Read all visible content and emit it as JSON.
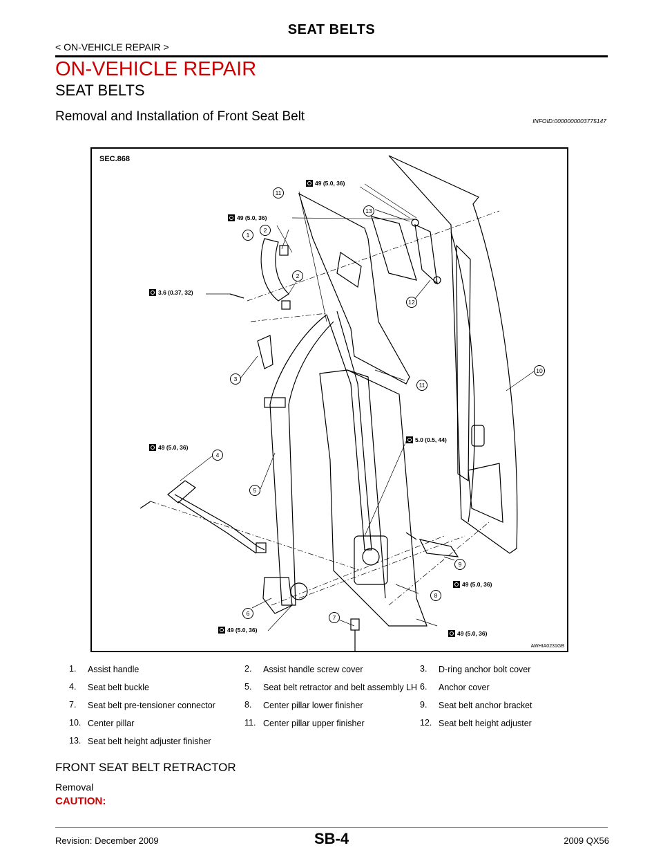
{
  "header": {
    "title": "SEAT BELTS",
    "breadcrumb": "< ON-VEHICLE REPAIR >"
  },
  "section": {
    "heading": "ON-VEHICLE REPAIR",
    "subheading": "SEAT BELTS",
    "topic": "Removal and Installation of Front Seat Belt",
    "infoid": "INFOID:0000000003775147"
  },
  "figure": {
    "sec_label": "SEC.868",
    "figure_id": "AWHIA0231GB",
    "torques": {
      "t_top": "49 (5.0, 36)",
      "t_upper": "49 (5.0, 36)",
      "t_handle": "3.6 (0.37, 32)",
      "t_buckle": "49 (5.0, 36)",
      "t_retractor": "5.0 (0.5, 44)",
      "t_bracket": "49 (5.0, 36)",
      "t_anchor": "49 (5.0, 36)",
      "t_lower": "49 (5.0, 36)"
    },
    "callouts": [
      "1",
      "2",
      "2",
      "3",
      "4",
      "5",
      "6",
      "7",
      "8",
      "9",
      "10",
      "11",
      "11",
      "12",
      "13"
    ]
  },
  "legend": [
    [
      {
        "num": "1.",
        "text": "Assist handle"
      },
      {
        "num": "2.",
        "text": "Assist handle screw cover"
      },
      {
        "num": "3.",
        "text": " D-ring anchor bolt cover"
      }
    ],
    [
      {
        "num": "4.",
        "text": "Seat belt buckle"
      },
      {
        "num": "5.",
        "text": "Seat belt retractor and belt assembly LH"
      },
      {
        "num": "6.",
        "text": "Anchor cover"
      }
    ],
    [
      {
        "num": "7.",
        "text": "Seat belt pre-tensioner connector"
      },
      {
        "num": "8.",
        "text": "Center pillar lower finisher"
      },
      {
        "num": "9.",
        "text": "Seat belt anchor bracket"
      }
    ],
    [
      {
        "num": "10.",
        "text": "Center pillar"
      },
      {
        "num": "11.",
        "text": "Center pillar upper finisher"
      },
      {
        "num": "12.",
        "text": "Seat belt height adjuster"
      }
    ],
    [
      {
        "num": "13.",
        "text": "Seat belt height adjuster finisher"
      },
      {
        "num": "",
        "text": ""
      },
      {
        "num": "",
        "text": ""
      }
    ]
  ],
  "body": {
    "subsection": "FRONT SEAT BELT RETRACTOR",
    "removal": "Removal",
    "caution": "CAUTION:"
  },
  "footer": {
    "revision": "Revision: December 2009",
    "page": "SB-4",
    "model": "2009 QX56"
  }
}
